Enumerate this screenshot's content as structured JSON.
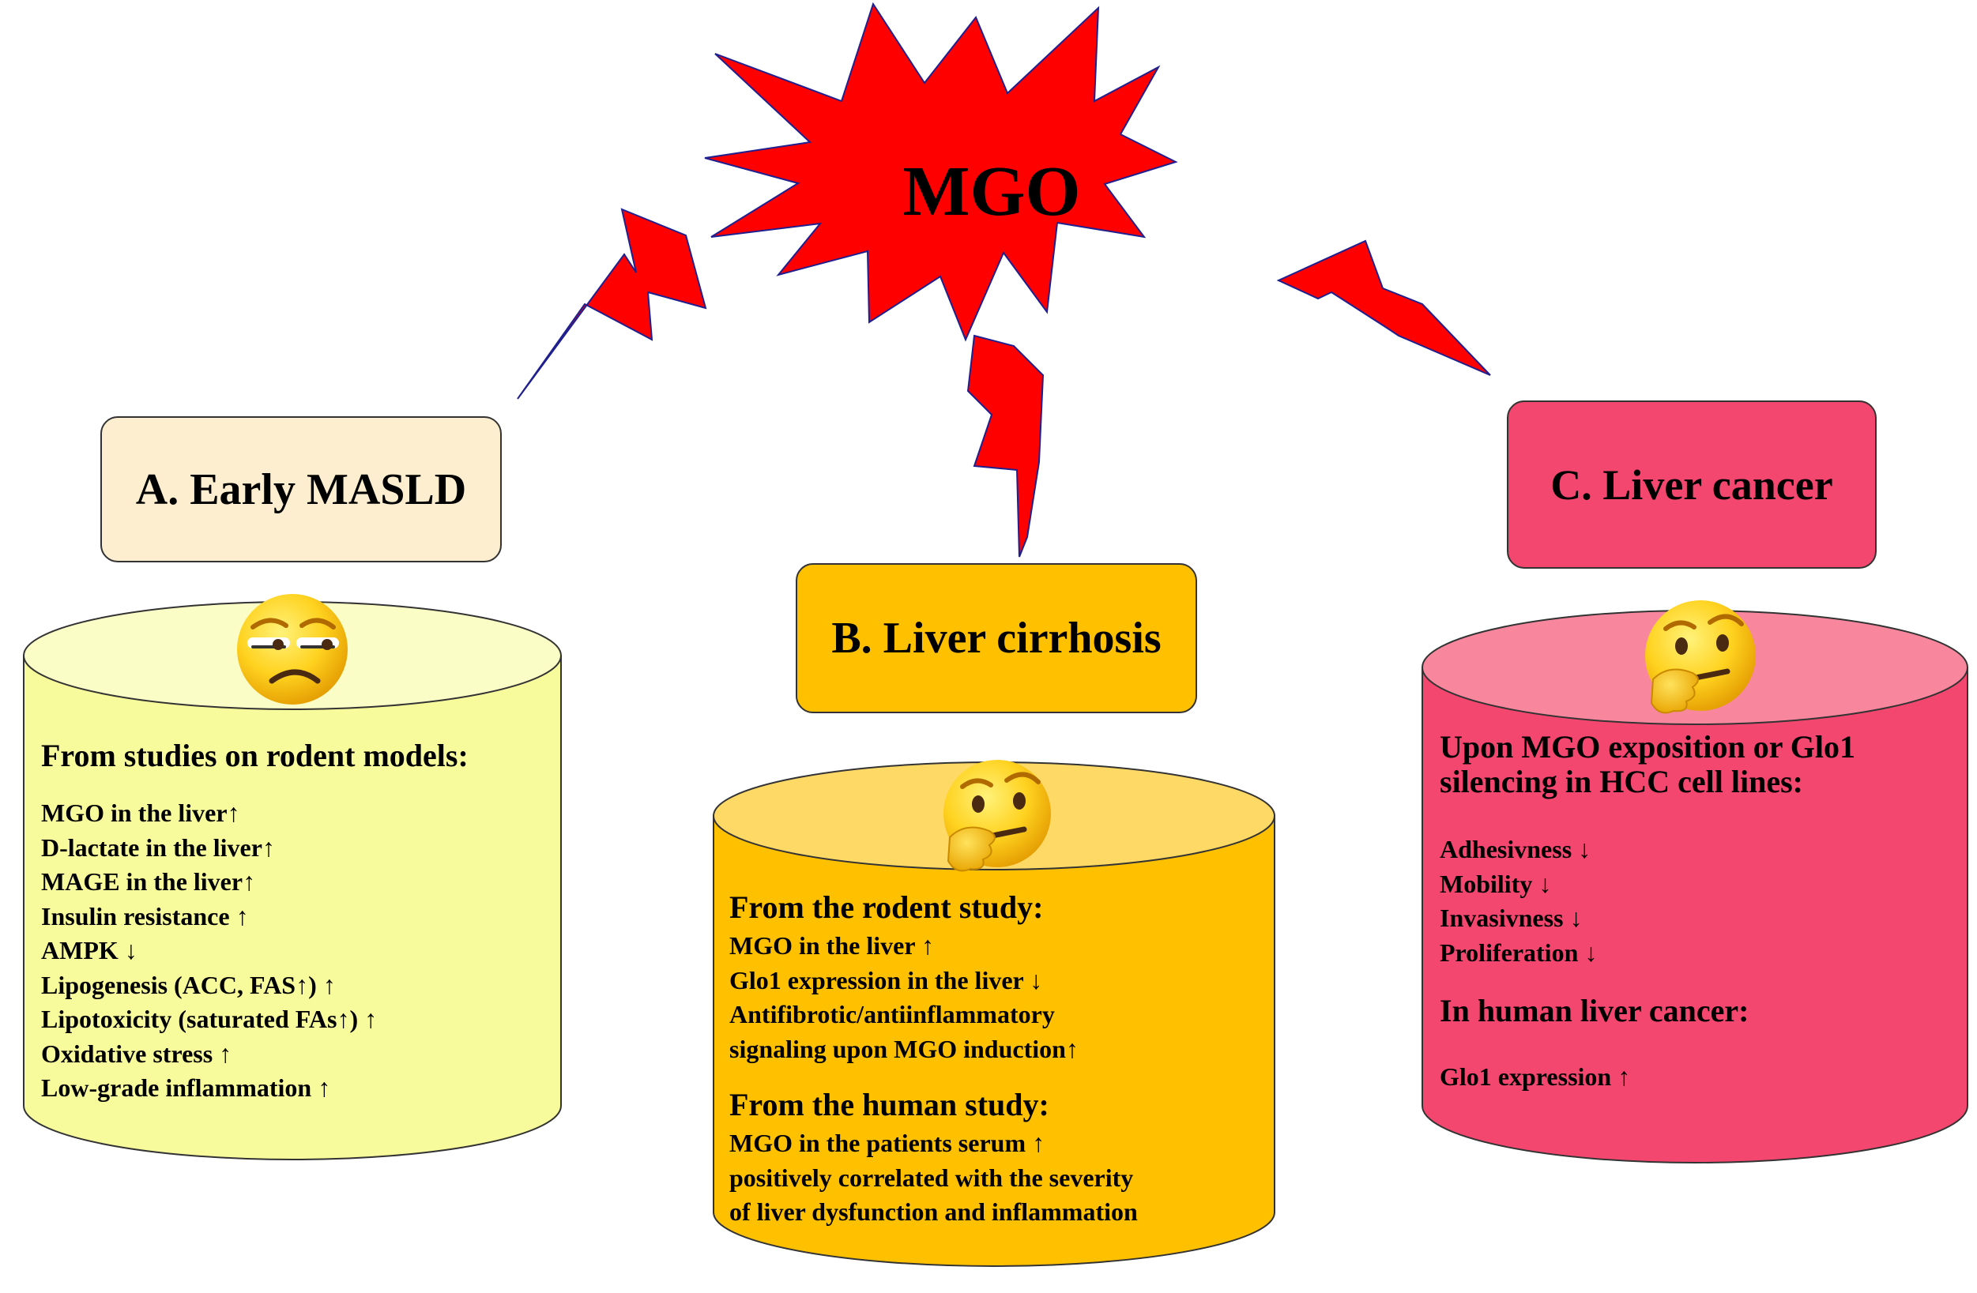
{
  "center": {
    "label": "MGO",
    "color": "#ff0000"
  },
  "panels": {
    "a": {
      "title": "A. Early MASLD",
      "box_color": "#fdeecf",
      "cylinder_color": "#f8fb9c",
      "emoji": "unamused-face-icon",
      "heading": "From studies on rodent models:",
      "items": [
        "MGO in the liver↑",
        "D-lactate in the liver↑",
        "MAGE in the liver↑",
        "Insulin resistance ↑",
        "AMPK ↓",
        "Lipogenesis (ACC, FAS↑) ↑",
        "Lipotoxicity (saturated FAs↑) ↑",
        "Oxidative stress ↑",
        "Low-grade inflammation ↑"
      ]
    },
    "b": {
      "title": "B. Liver cirrhosis",
      "box_color": "#ffc000",
      "cylinder_color": "#ffc000",
      "emoji": "thinking-face-icon",
      "rodent_heading": "From the rodent study:",
      "rodent_items": [
        "MGO in the liver ↑",
        "Glo1 expression in the liver ↓",
        "Antifibrotic/antiinflammatory",
        "signaling upon MGO induction↑"
      ],
      "human_heading": "From the human study:",
      "human_items": [
        "MGO in the patients serum ↑",
        "positively correlated with the severity",
        "of liver dysfunction and inflammation"
      ]
    },
    "c": {
      "title": "C. Liver cancer",
      "box_color": "#f4476f",
      "cylinder_color": "#f4476f",
      "emoji": "thinking-face-icon",
      "heading_line1": "Upon MGO exposition or Glo1",
      "heading_line2": "silencing in HCC cell lines:",
      "items": [
        "Adhesivness ↓",
        "Mobility ↓",
        "Invasivness ↓",
        "Proliferation ↓"
      ],
      "human_heading": "In human liver cancer:",
      "human_items": [
        "Glo1 expression ↑"
      ]
    }
  }
}
